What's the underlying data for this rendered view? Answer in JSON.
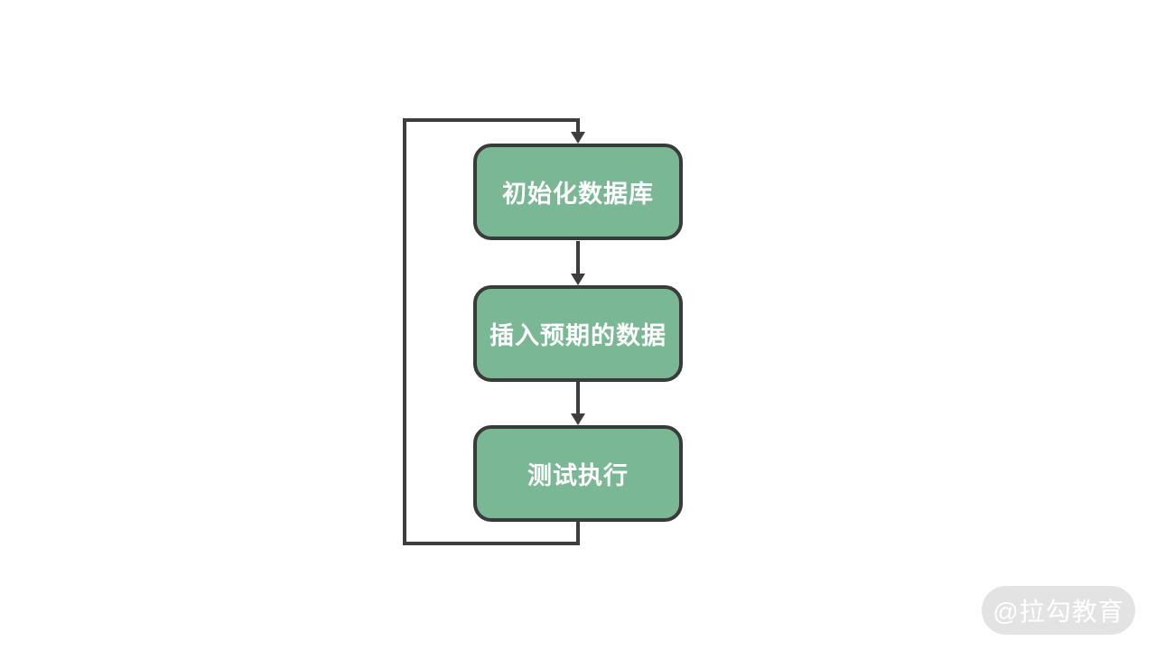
{
  "diagram": {
    "type": "flowchart",
    "nodes": [
      {
        "id": "init-db",
        "label": "初始化数据库"
      },
      {
        "id": "insert-expected-data",
        "label": "插入预期的数据"
      },
      {
        "id": "test-execution",
        "label": "测试执行"
      }
    ],
    "edges": [
      {
        "from": "init-db",
        "to": "insert-expected-data",
        "arrow": true
      },
      {
        "from": "insert-expected-data",
        "to": "test-execution",
        "arrow": true
      },
      {
        "from": "test-execution",
        "to": "init-db",
        "arrow": true,
        "style": "loop-back-left"
      }
    ],
    "colors": {
      "node_fill": "#7ab795",
      "node_border": "#3a3a3a",
      "node_text": "#ffffff",
      "connector": "#3d3d3d"
    }
  },
  "watermark": {
    "text": "@拉勾教育",
    "bg": "#e3e3e3",
    "text_color": "#ffffff"
  }
}
